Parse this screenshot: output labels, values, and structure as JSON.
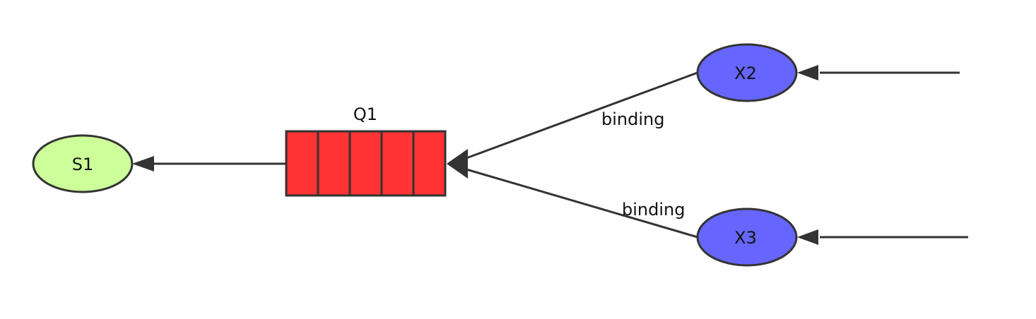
{
  "nodes": {
    "s1": {
      "label": "S1",
      "color": "#ccff99"
    },
    "q1": {
      "label": "Q1",
      "color": "#ff3333",
      "cells": 5
    },
    "x2": {
      "label": "X2",
      "color": "#6666ff"
    },
    "x3": {
      "label": "X3",
      "color": "#6666ff"
    }
  },
  "edges": {
    "x2_to_q1": {
      "label": "binding"
    },
    "x3_to_q1": {
      "label": "binding"
    }
  },
  "colors": {
    "stroke": "#333333",
    "background": "#ffffff"
  }
}
